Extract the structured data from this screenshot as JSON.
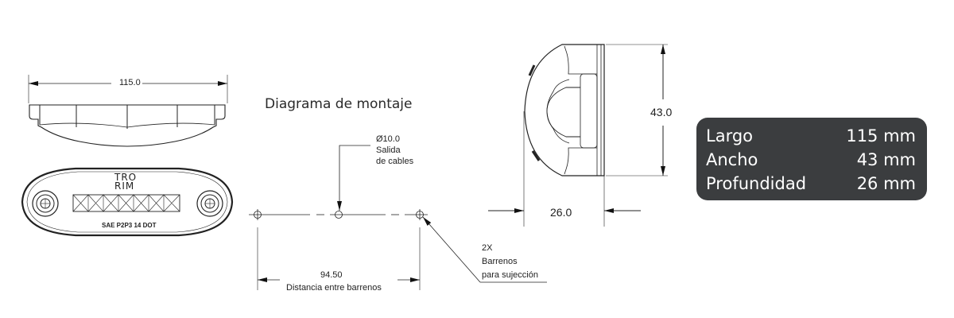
{
  "title": "Diagrama de montaje",
  "top_view": {
    "width_dim": "115.0"
  },
  "front_view": {
    "logo_line1": "TRO",
    "logo_line2": "RIM",
    "marking": "SAE P2P3 14 DOT"
  },
  "mounting": {
    "cable_hole_dim": "Ø10.0",
    "cable_hole_label_1": "Salida",
    "cable_hole_label_2": "de cables",
    "hole_distance": "94.50",
    "hole_distance_label": "Distancia entre barrenos",
    "holes_count": "2X",
    "holes_label_1": "Barrenos",
    "holes_label_2": "para sujección"
  },
  "side_view": {
    "height_dim": "43.0",
    "depth_dim": "26.0"
  },
  "specs": [
    {
      "label": "Largo",
      "value": "115 mm"
    },
    {
      "label": "Ancho",
      "value": "43 mm"
    },
    {
      "label": "Profundidad",
      "value": "26 mm"
    }
  ],
  "colors": {
    "spec_bg": "#3b3d3f",
    "spec_text": "#ffffff",
    "line": "#222222"
  }
}
